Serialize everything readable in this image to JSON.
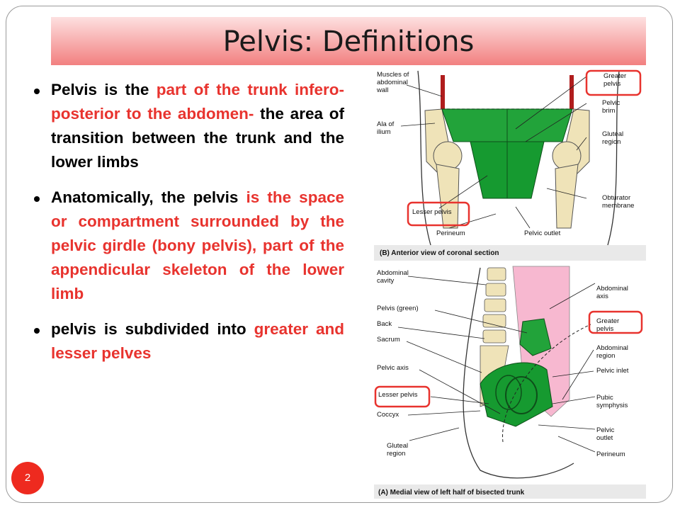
{
  "slide": {
    "title": "Pelvis: Definitions",
    "number": "2",
    "bullets": [
      {
        "segments": [
          {
            "text": "Pelvis is the ",
            "red": false
          },
          {
            "text": "part of the trunk infero-posterior to the abdomen-",
            "red": true
          },
          {
            "text": " the area of transition between the trunk and the lower limbs",
            "red": false
          }
        ]
      },
      {
        "segments": [
          {
            "text": "Anatomically, the pelvis ",
            "red": false
          },
          {
            "text": "is the space or compartment surrounded by the pelvic girdle (bony pelvis), part of the appendicular skeleton of the lower limb",
            "red": true
          }
        ]
      },
      {
        "segments": [
          {
            "text": "pelvis is subdivided into ",
            "red": false
          },
          {
            "text": "greater and lesser pelves",
            "red": true
          }
        ]
      }
    ]
  },
  "figure_b": {
    "labels": {
      "muscles": [
        "Muscles of",
        "abdominal",
        "wall"
      ],
      "ala": [
        "Ala of",
        "ilium"
      ],
      "lesser_pelvis": "Lesser pelvis",
      "perineum": "Perineum",
      "pelvic_outlet": "Pelvic outlet",
      "greater_pelvis": [
        "Greater",
        "pelvis"
      ],
      "pelvic_brim": [
        "Pelvic",
        "brim"
      ],
      "gluteal": [
        "Gluteal",
        "region"
      ],
      "obturator": [
        "Obturator",
        "membrane"
      ]
    },
    "caption": "(B) Anterior view of coronal section"
  },
  "figure_a": {
    "labels": {
      "abdominal_cavity": [
        "Abdominal",
        "cavity"
      ],
      "pelvis_green": "Pelvis (green)",
      "back": "Back",
      "sacrum": "Sacrum",
      "pelvic_axis_left": "Pelvic axis",
      "lesser_pelvis": "Lesser pelvis",
      "coccyx": "Coccyx",
      "gluteal": [
        "Gluteal",
        "region"
      ],
      "abdominal_axis": [
        "Abdominal",
        "axis"
      ],
      "greater_pelvis": [
        "Greater",
        "pelvis"
      ],
      "abdominal_region": [
        "Abdominal",
        "region"
      ],
      "pelvic_inlet": "Pelvic inlet",
      "pubic_symphysis": [
        "Pubic",
        "symphysis"
      ],
      "pelvic_outlet": [
        "Pelvic",
        "outlet"
      ],
      "perineum": "Perineum"
    },
    "caption": "(A) Medial view of left half of bisected trunk"
  },
  "colors": {
    "accent_red": "#e8332e",
    "pelvis_green": "#22a33a",
    "bone": "#efe3b8",
    "abdomen_pink": "#f7b8d0"
  }
}
